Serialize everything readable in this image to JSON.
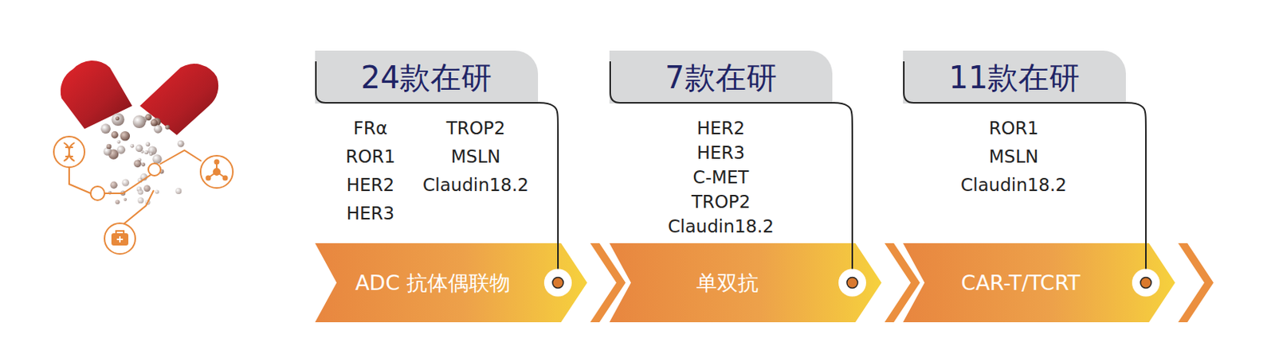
{
  "diagram": {
    "nodes": [
      {
        "text": [
          "24款在研"
        ]
      },
      {
        "text": [
          "ADC 抗体偶联物"
        ]
      },
      {
        "text": [
          "7款在研"
        ]
      },
      {
        "text": [
          "单双抗"
        ]
      },
      {
        "text": [
          "11款在研"
        ]
      },
      {
        "text": [
          "CAR-T/TCRT"
        ]
      }
    ],
    "edges": [
      {
        "from": 0,
        "to": 1,
        "arrow": "none"
      },
      {
        "from": 2,
        "to": 3,
        "arrow": "none"
      },
      {
        "from": 4,
        "to": 5,
        "arrow": "none"
      }
    ],
    "labels": [
      "FRα",
      "TROP2",
      "ROR1",
      "MSLN",
      "HER2",
      "Claudin18.2",
      "HER3",
      "HER2",
      "HER3",
      "C-MET",
      "TROP2",
      "Claudin18.2",
      "ROR1",
      "MSLN",
      "Claudin18.2"
    ]
  }
}
